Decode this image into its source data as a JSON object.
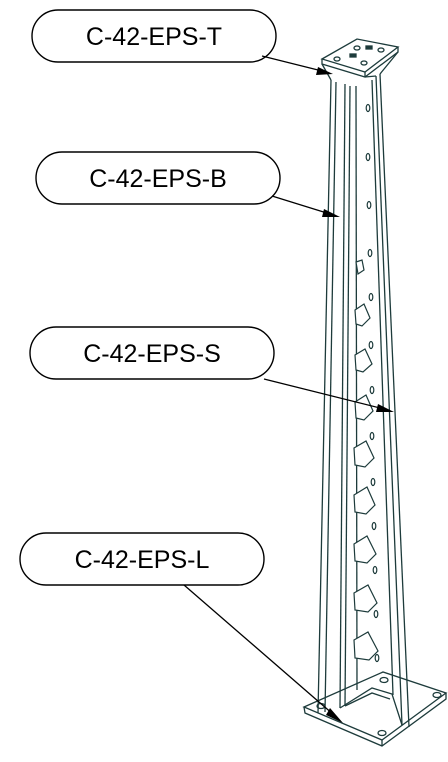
{
  "callouts": [
    {
      "id": "top-plate",
      "text": "C-42-EPS-T"
    },
    {
      "id": "body",
      "text": "C-42-EPS-B"
    },
    {
      "id": "side",
      "text": "C-42-EPS-S"
    },
    {
      "id": "base-plate",
      "text": "C-42-EPS-L"
    }
  ],
  "colors": {
    "line": "#000000",
    "model_edge": "#1d3b3b",
    "background": "#ffffff"
  }
}
